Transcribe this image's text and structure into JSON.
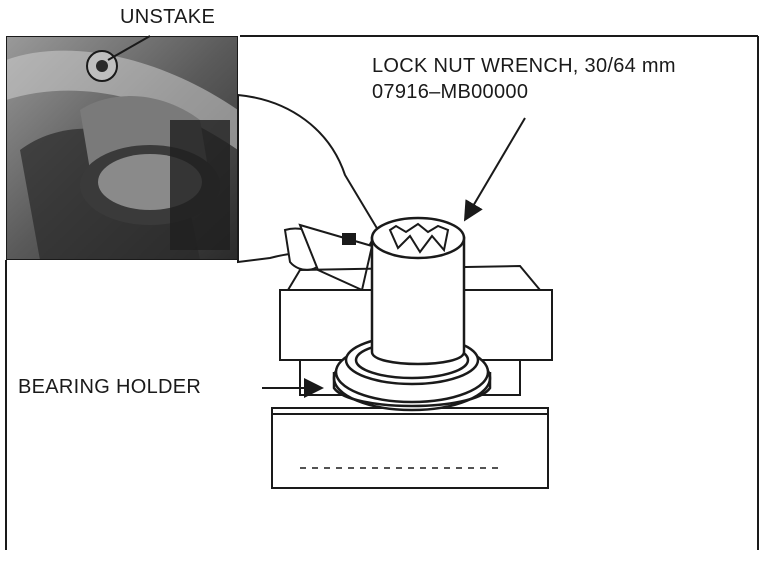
{
  "callouts": {
    "unstake": "UNSTAKE",
    "lock_nut_wrench_name": "LOCK NUT WRENCH, 30/64 mm",
    "lock_nut_wrench_part": "07916–MB00000",
    "bearing_holder": "BEARING HOLDER"
  },
  "colors": {
    "ink": "#1a1a1a",
    "photo_dark": "#2a2a2a",
    "photo_mid": "#7a7a7a",
    "photo_light": "#cfcfcf",
    "paper": "#ffffff"
  }
}
